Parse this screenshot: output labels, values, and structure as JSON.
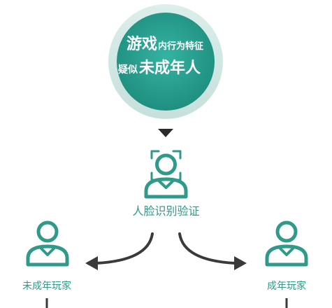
{
  "hub": {
    "line1_big": "游戏",
    "line1_small": "内行为特征",
    "line2_small": "疑似",
    "line2_big": "未成年人"
  },
  "center_node": {
    "label": "人脸识别验证",
    "icon": "face-scan-person-icon"
  },
  "left_node": {
    "label": "未成年玩家",
    "icon": "person-icon"
  },
  "right_node": {
    "label": "成年玩家",
    "icon": "person-icon"
  },
  "colors": {
    "teal": "#2f9a8a",
    "teal_light": "#3fb5a4",
    "ring": "#cfe5e1",
    "arrow": "#3a3a3a",
    "down_arrow": "#2b2b2b"
  }
}
